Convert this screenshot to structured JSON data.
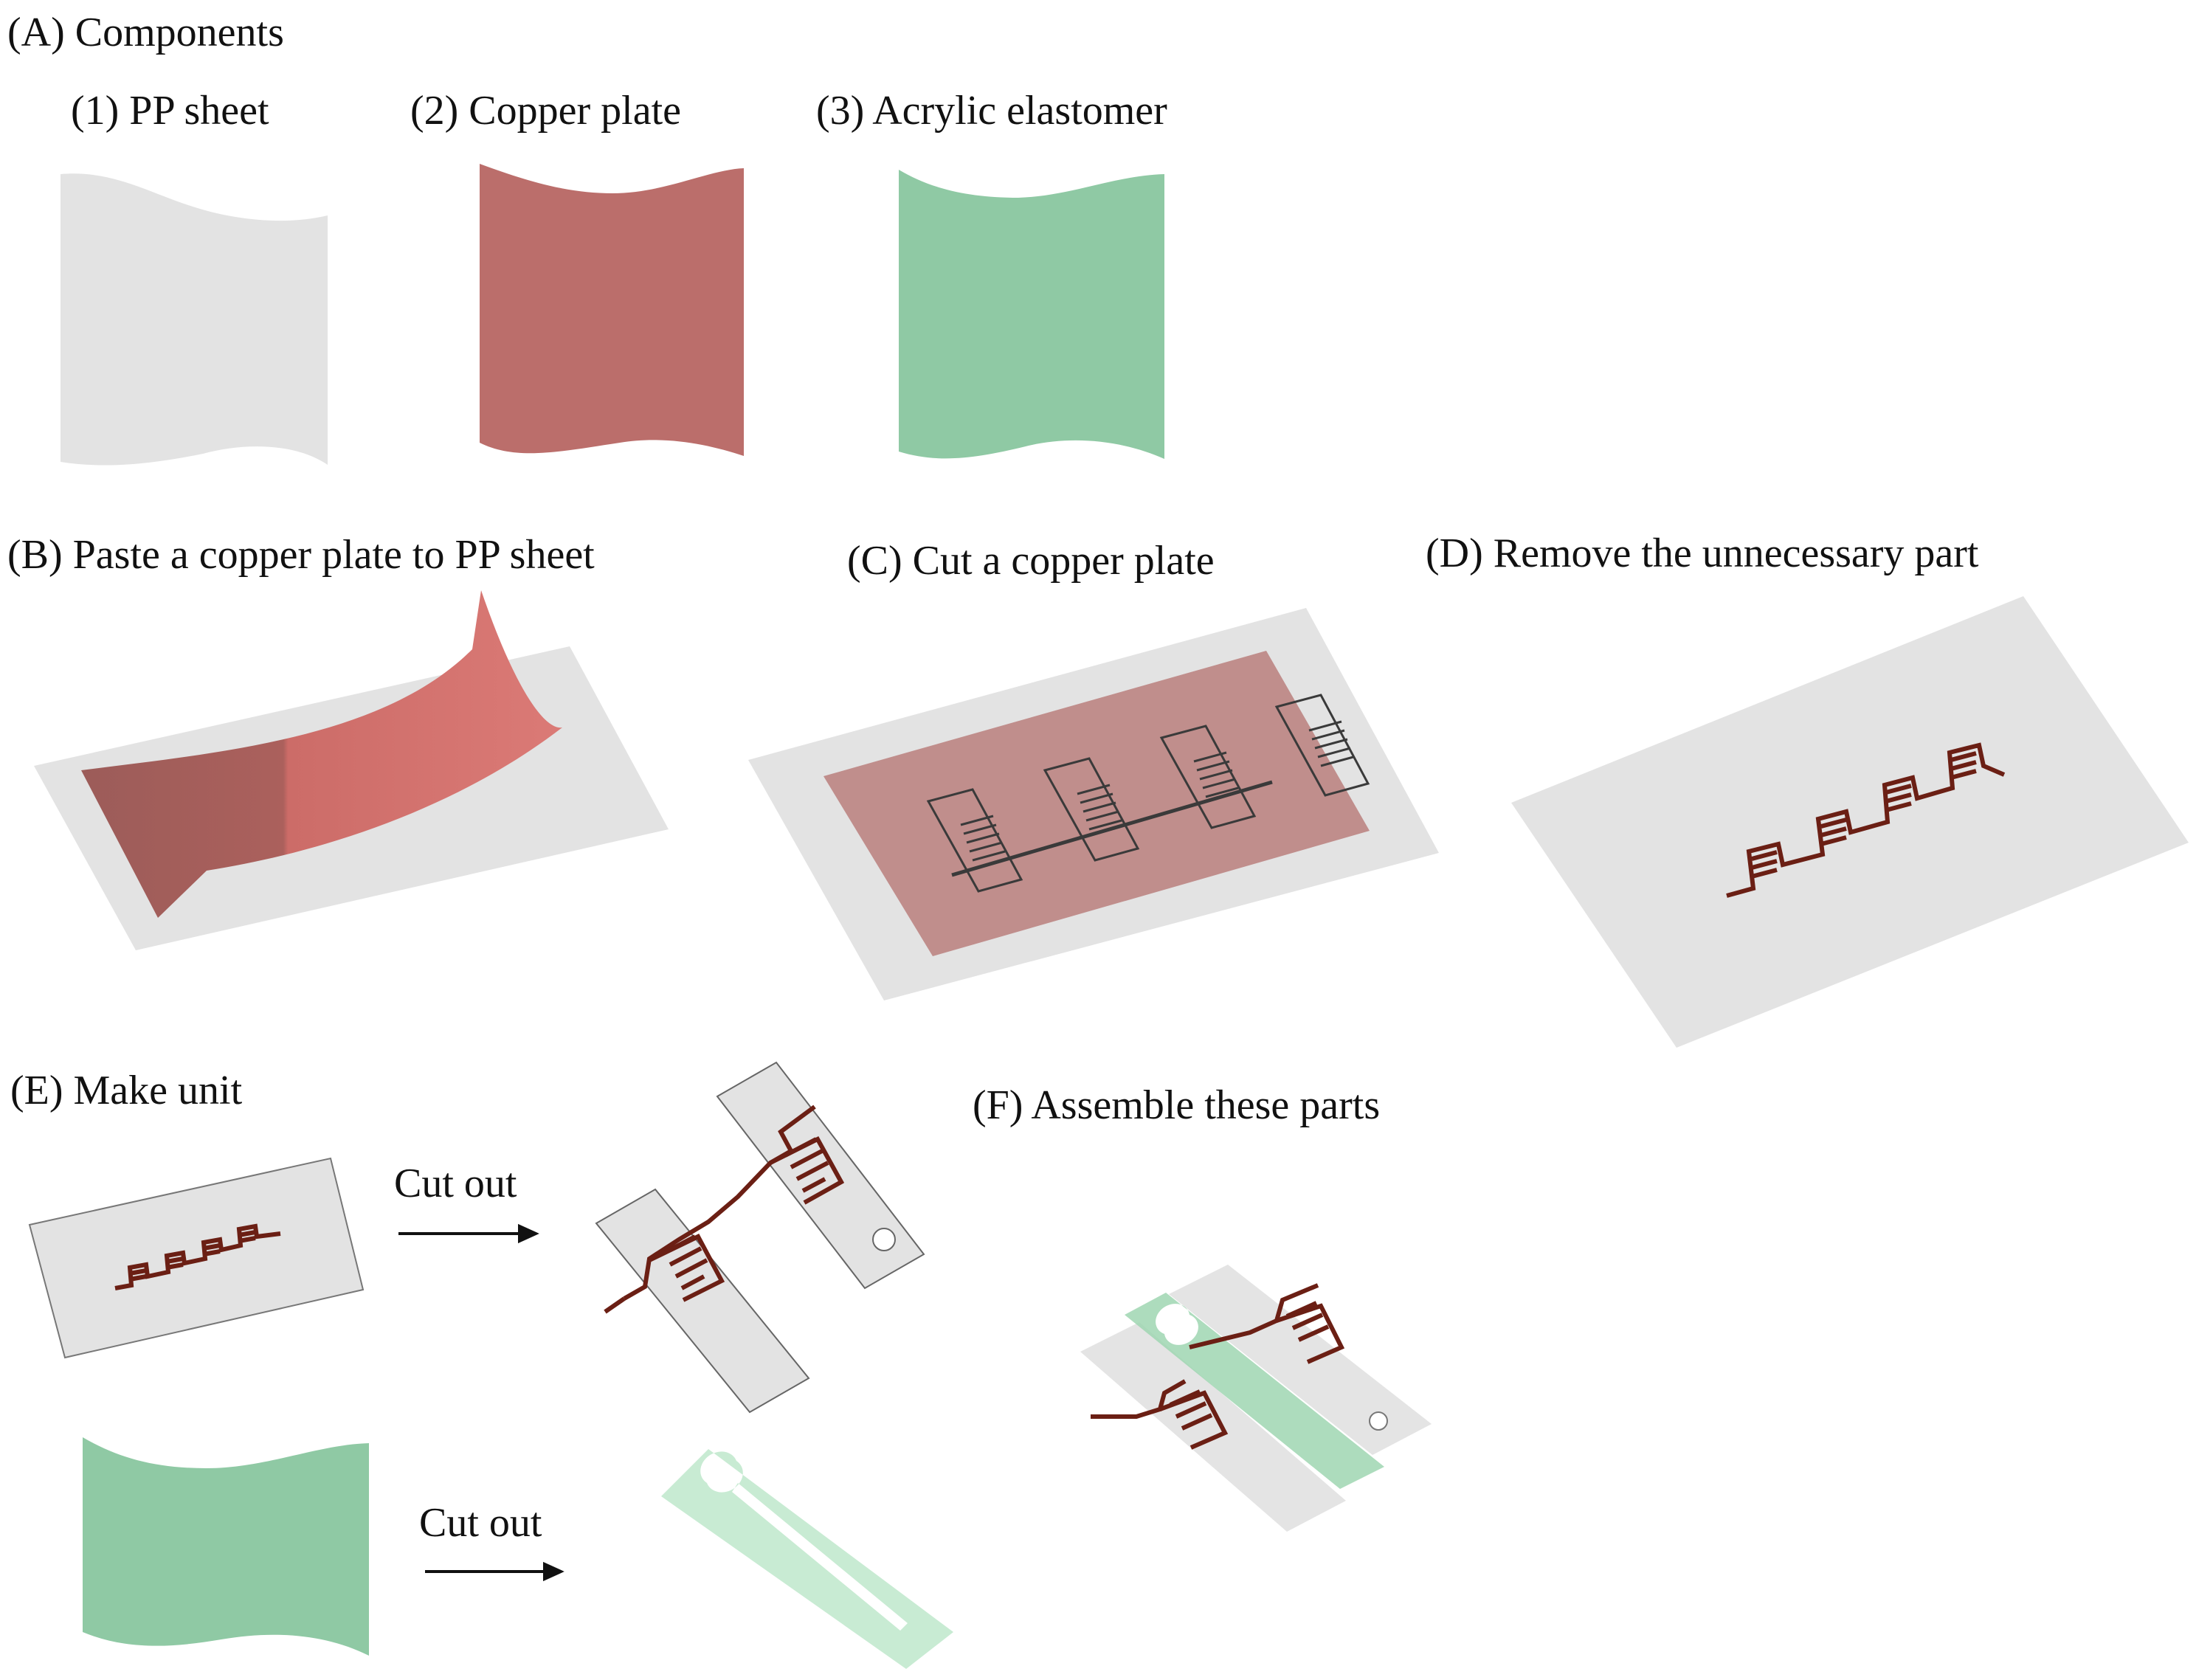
{
  "panels": {
    "a": {
      "title": "(A) Components"
    },
    "a1": {
      "label": "(1) PP sheet"
    },
    "a2": {
      "label": "(2) Copper plate"
    },
    "a3": {
      "label": "(3) Acrylic elastomer"
    },
    "b": {
      "title": "(B) Paste a copper plate to PP sheet"
    },
    "c": {
      "title": "(C) Cut a copper plate"
    },
    "d": {
      "title": "(D) Remove the unnecessary part"
    },
    "e": {
      "title": "(E) Make  unit",
      "cut_label_1": "Cut out",
      "cut_label_2": "Cut out"
    },
    "f": {
      "title": "(F) Assemble these parts"
    }
  },
  "colors": {
    "pp_sheet": "#e3e3e3",
    "copper_plate": "#bb6e6b",
    "acrylic_elastomer": "#8fc9a4",
    "copper_trace": "#6b1f14"
  }
}
